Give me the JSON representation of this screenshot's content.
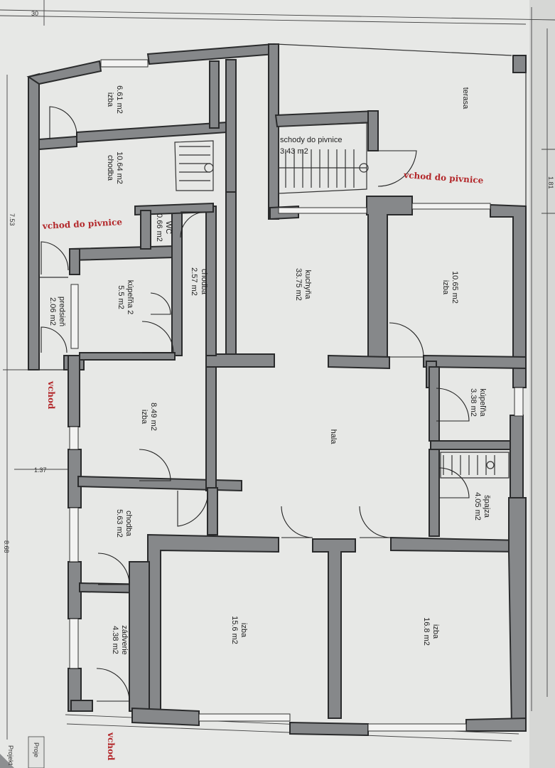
{
  "rooms": {
    "izba1": {
      "name": "izba",
      "area": "6.61 m2"
    },
    "chodba1": {
      "name": "chodba",
      "area": "10.64 m2"
    },
    "wc": {
      "name": "WC",
      "area": "0.66 m2"
    },
    "chodba2": {
      "name": "chodba",
      "area": "2.57 m2"
    },
    "kupelna2": {
      "name": "kúpeľňa 2",
      "area": "5.5 m2"
    },
    "predsien": {
      "name": "predsieň",
      "area": "2.06 m2"
    },
    "kuchyna": {
      "name": "kuchyňa",
      "area": "33.75 m2"
    },
    "izba2": {
      "name": "izba",
      "area": "10.65 m2"
    },
    "kupelna": {
      "name": "kúpeľňa",
      "area": "3.38 m2"
    },
    "hala": {
      "name": "hala",
      "area": ""
    },
    "izba3": {
      "name": "izba",
      "area": "8.49 m2"
    },
    "spajza": {
      "name": "špajza",
      "area": "4.05 m2"
    },
    "chodba3": {
      "name": "chodba",
      "area": "5.63 m2"
    },
    "zadverie": {
      "name": "zádverie",
      "area": "4.38 m2"
    },
    "izba4": {
      "name": "izba",
      "area": "15.6 m2"
    },
    "izba5": {
      "name": "izba",
      "area": "16.8 m2"
    },
    "terasa": {
      "name": "terasa",
      "area": ""
    },
    "schody": {
      "name": "schody do pivnice",
      "area": "3.43 m2"
    }
  },
  "annotations": {
    "vchod_do_pivnice_1": "vchod do pivnice",
    "vchod_do_pivnice_2": "vchod do pivnice",
    "vchod_1": "vchod",
    "vchod_2": "vchod"
  },
  "dimensions": {
    "top_30": "30",
    "left_753": "7.53",
    "left_137": "1.37",
    "left_868": "8.68",
    "right_181": "1.81"
  },
  "titleblock": {
    "line1": "Proje",
    "line2": "Projekt"
  }
}
